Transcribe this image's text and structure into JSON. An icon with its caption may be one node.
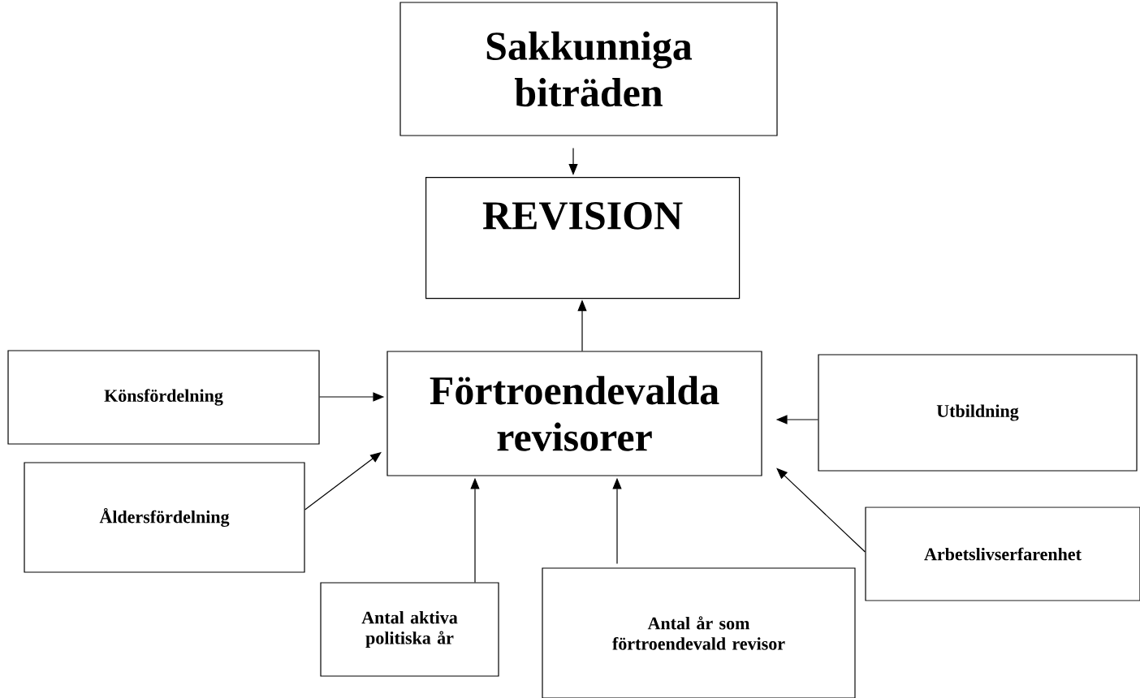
{
  "diagram": {
    "nodes": [
      {
        "text": [
          "Sakkunniga biträden"
        ]
      },
      {
        "text": [
          "REVISION"
        ]
      },
      {
        "text": [
          "Förtroendevalda revisorer"
        ]
      },
      {
        "text": [
          "Könsfördelning"
        ]
      },
      {
        "text": [
          "Åldersfördelning"
        ]
      },
      {
        "text": [
          "Utbildning"
        ]
      },
      {
        "text": [
          "Arbetslivserfarenhet"
        ]
      },
      {
        "text": [
          "Antal aktiva politiska år"
        ]
      },
      {
        "text": [
          "Antal år som förtroendevald revisor"
        ]
      }
    ],
    "edges": [
      {
        "from": 0,
        "to": 1,
        "arrow": "to"
      },
      {
        "from": 2,
        "to": 1,
        "arrow": "to"
      },
      {
        "from": 3,
        "to": 2,
        "arrow": "to"
      },
      {
        "from": 4,
        "to": 2,
        "arrow": "to"
      },
      {
        "from": 5,
        "to": 2,
        "arrow": "to"
      },
      {
        "from": 6,
        "to": 2,
        "arrow": "to"
      },
      {
        "from": 7,
        "to": 2,
        "arrow": "to"
      },
      {
        "from": 8,
        "to": 2,
        "arrow": "to"
      }
    ]
  }
}
